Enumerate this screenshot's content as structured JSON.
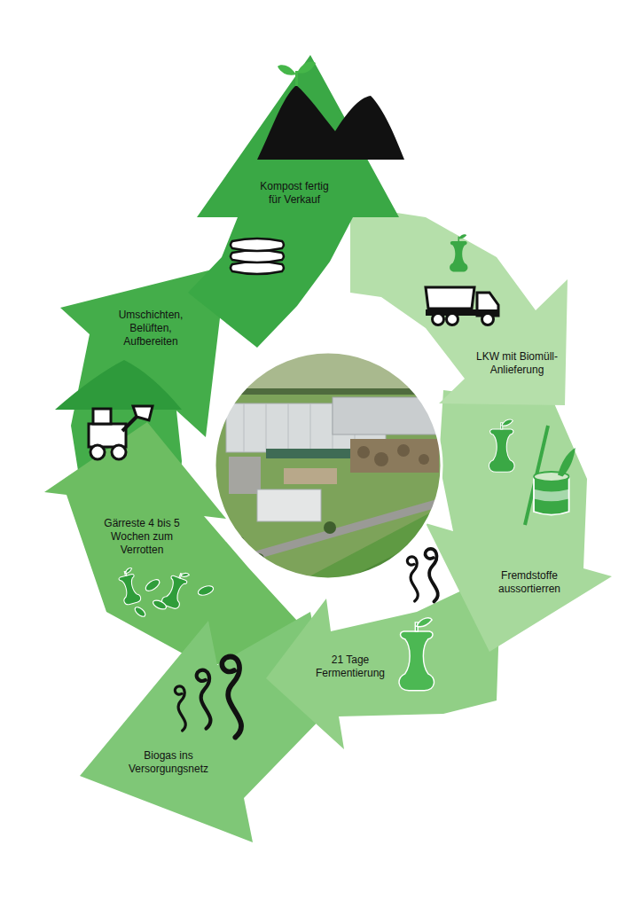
{
  "diagram": {
    "nodes": [
      {
        "text": [
          "Kompost fertig für Verkauf"
        ]
      },
      {
        "text": [
          "LKW mit Biomüll-Anlieferung"
        ]
      },
      {
        "text": [
          "Fremdstoffe aussortierren"
        ]
      },
      {
        "text": [
          "21 Tage Fermentierung"
        ]
      },
      {
        "text": [
          "Biogas ins Versorgungsnetz"
        ]
      },
      {
        "text": [
          "Gärreste 4 bis 5 Wochen zum Verrotten"
        ]
      },
      {
        "text": [
          "Umschichten, Belüften, Aufbereiten"
        ]
      }
    ]
  }
}
